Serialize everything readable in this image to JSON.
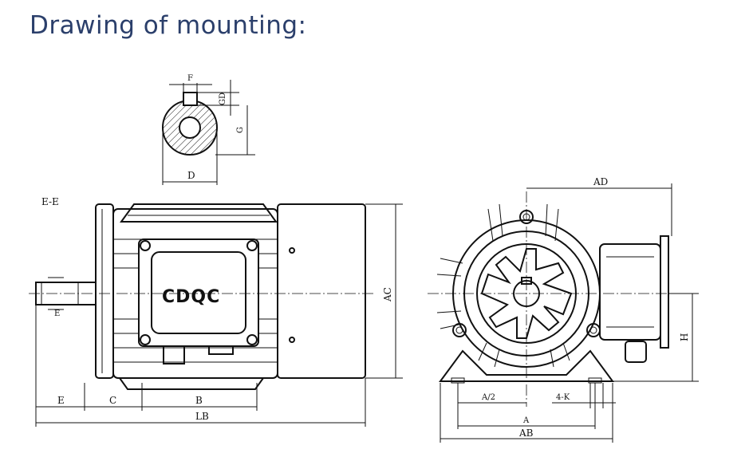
{
  "title": "Drawing of mounting:",
  "colors": {
    "title": "#2b3f6b",
    "ink": "#111111"
  },
  "section_label": "E-E",
  "logo_text": "CDQC",
  "dimensions": {
    "F": "F",
    "GD": "GD",
    "G": "G",
    "D": "D",
    "E_small": "E",
    "E": "E",
    "C": "C",
    "B": "B",
    "LB": "LB",
    "AC": "AC",
    "AD": "AD",
    "H": "H",
    "A2": "A/2",
    "K4": "4-K",
    "A": "A",
    "AB": "AB"
  }
}
